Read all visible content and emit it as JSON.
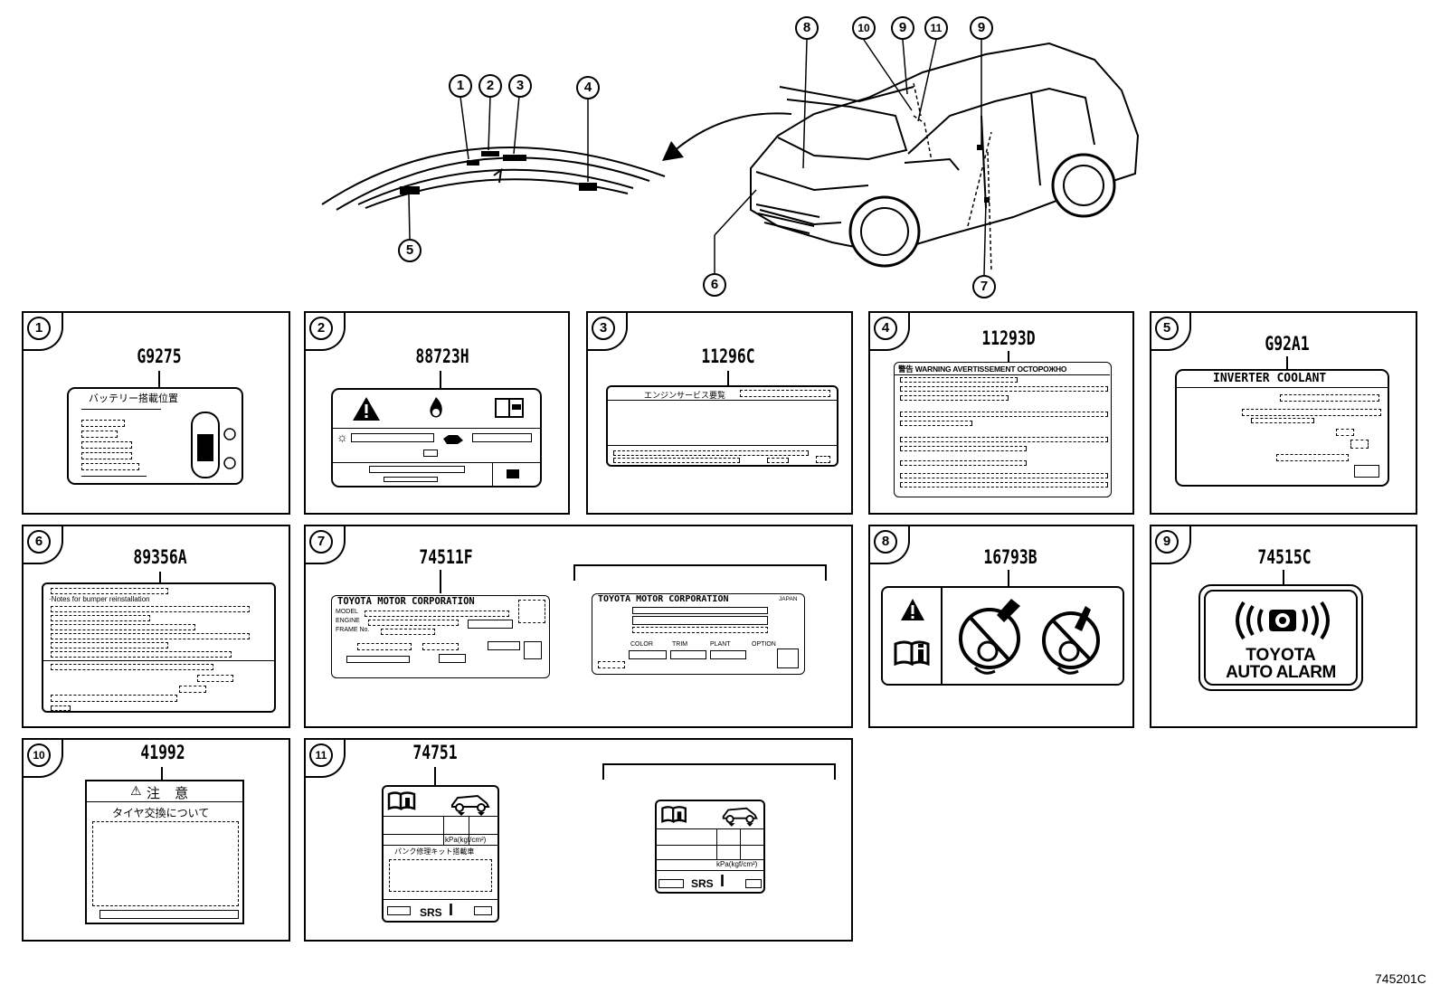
{
  "callouts": [
    "1",
    "2",
    "3",
    "4",
    "5",
    "6",
    "7",
    "8",
    "9",
    "10",
    "11"
  ],
  "panels": {
    "p1": {
      "num": "1",
      "part": "G9275",
      "text_title": "バッテリー搭載位置"
    },
    "p2": {
      "num": "2",
      "part": "88723H"
    },
    "p3": {
      "num": "3",
      "part": "11296C",
      "text_title": "エンジンサービス要覧"
    },
    "p4": {
      "num": "4",
      "part": "11293D",
      "text_warning": "警告 WARNING AVERTISSEMENT ОСТОРОЖНО"
    },
    "p5": {
      "num": "5",
      "part": "G92A1",
      "text_title": "INVERTER COOLANT"
    },
    "p6": {
      "num": "6",
      "part": "89356A",
      "text_line2": "·Notes for bumper reinstallation"
    },
    "p7": {
      "num": "7",
      "part": "74511F",
      "text_corp": "TOYOTA MOTOR CORPORATION",
      "text_corp2": "TOYOTA MOTOR CORPORATION",
      "text_model": "MODEL",
      "text_engine": "ENGINE",
      "text_frame": "FRAME No.",
      "text_color": "COLOR",
      "text_trim": "TRIM",
      "text_plant": "PLANT",
      "text_option": "OPTION",
      "text_japan": "JAPAN"
    },
    "p8": {
      "num": "8",
      "part": "16793B"
    },
    "p9": {
      "num": "9",
      "part": "74515C",
      "text_line1": "TOYOTA",
      "text_line2": "AUTO ALARM"
    },
    "p10": {
      "num": "10",
      "part": "41992",
      "text_caution": "注 意",
      "text_subtitle": "タイヤ交換について"
    },
    "p11": {
      "num": "11",
      "part": "74751",
      "text_srs": "SRS",
      "text_srs2": "SRS",
      "text_unit": "kPa(kgf/cm²)",
      "text_unit2": "kPa(kgf/cm²)",
      "text_jp_heading": "パンク修理キット搭載車"
    }
  },
  "figure_code": "745201C"
}
